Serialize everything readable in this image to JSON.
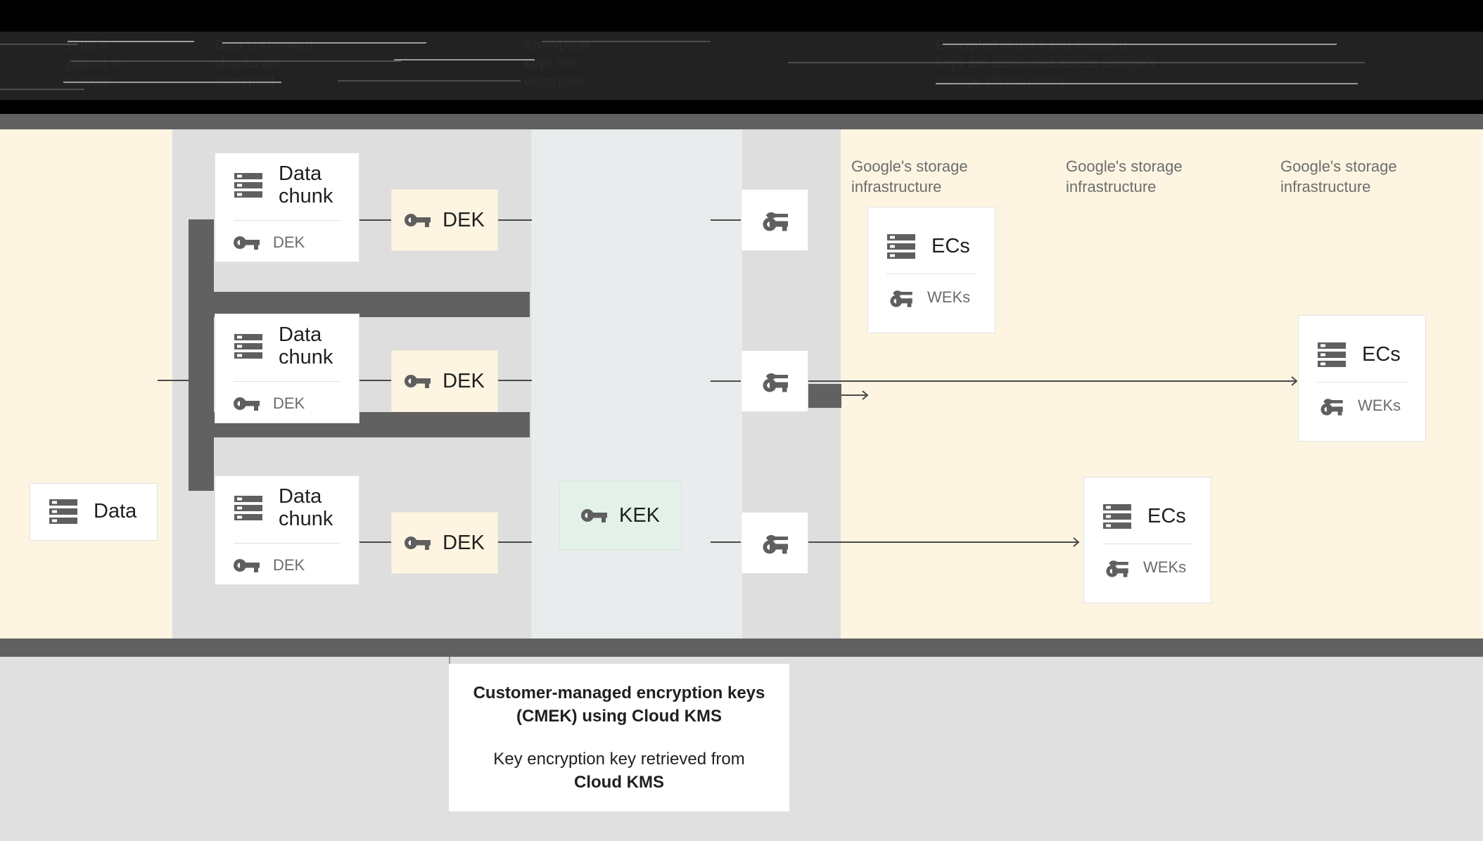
{
  "header": {
    "obscured": true,
    "columns": [
      {
        "text": "Data is\nplaced in\nGoogle..."
      },
      {
        "text": "Data is chunked;\nchunks are\nencrypted"
      },
      {
        "text": "Encryption\nkeys are\nencrypted"
      },
      {
        "text": "Encrypted chunks and wrapped\nkeys are distributed across Google's\nstorage infrastructure"
      }
    ]
  },
  "diagram": {
    "source": {
      "title": "Data",
      "icon": "server-icon"
    },
    "chunks": [
      {
        "title": "Data\nchunk",
        "key_label": "DEK",
        "key_icon": "key-icon",
        "icon": "server-icon"
      },
      {
        "title": "Data\nchunk",
        "key_label": "DEK",
        "key_icon": "key-icon",
        "icon": "server-icon"
      },
      {
        "title": "Data\nchunk",
        "key_label": "DEK",
        "key_icon": "key-icon",
        "icon": "server-icon"
      }
    ],
    "deks": [
      {
        "label": "DEK",
        "icon": "key-icon"
      },
      {
        "label": "DEK",
        "icon": "key-icon"
      },
      {
        "label": "DEK",
        "icon": "key-icon"
      }
    ],
    "kek": {
      "label": "KEK",
      "icon": "key-icon"
    },
    "weks": [
      {
        "icon": "wrapped-key-icon"
      },
      {
        "icon": "wrapped-key-icon"
      },
      {
        "icon": "wrapped-key-icon"
      }
    ],
    "storage_labels": [
      "Google's storage\ninfrastructure",
      "Google's storage\ninfrastructure",
      "Google's storage\ninfrastructure"
    ],
    "ec_cards": [
      {
        "title": "ECs",
        "key_label": "WEKs",
        "icon": "server-icon",
        "key_icon": "wrapped-key-icon"
      },
      {
        "title": "ECs",
        "key_label": "WEKs",
        "icon": "server-icon",
        "key_icon": "wrapped-key-icon"
      },
      {
        "title": "ECs",
        "key_label": "WEKs",
        "icon": "server-icon",
        "key_icon": "wrapped-key-icon"
      }
    ]
  },
  "caption": {
    "line1": "Customer-managed encryption keys",
    "line2": "(CMEK) using Cloud KMS",
    "line3": "Key encryption key retrieved from",
    "line4": "Cloud KMS"
  },
  "colors": {
    "canvas_cream": "#fdf5e1",
    "column_grey": "#dedede",
    "column_blue_grey": "#e8ecec",
    "kek_green": "#e3f1e9",
    "dek_cream": "#fdf5e1",
    "bar_dark_grey": "#616161",
    "icon_grey": "#5f5f5f",
    "header_black": "#000000",
    "bottom_grey": "#e0e0e0"
  }
}
